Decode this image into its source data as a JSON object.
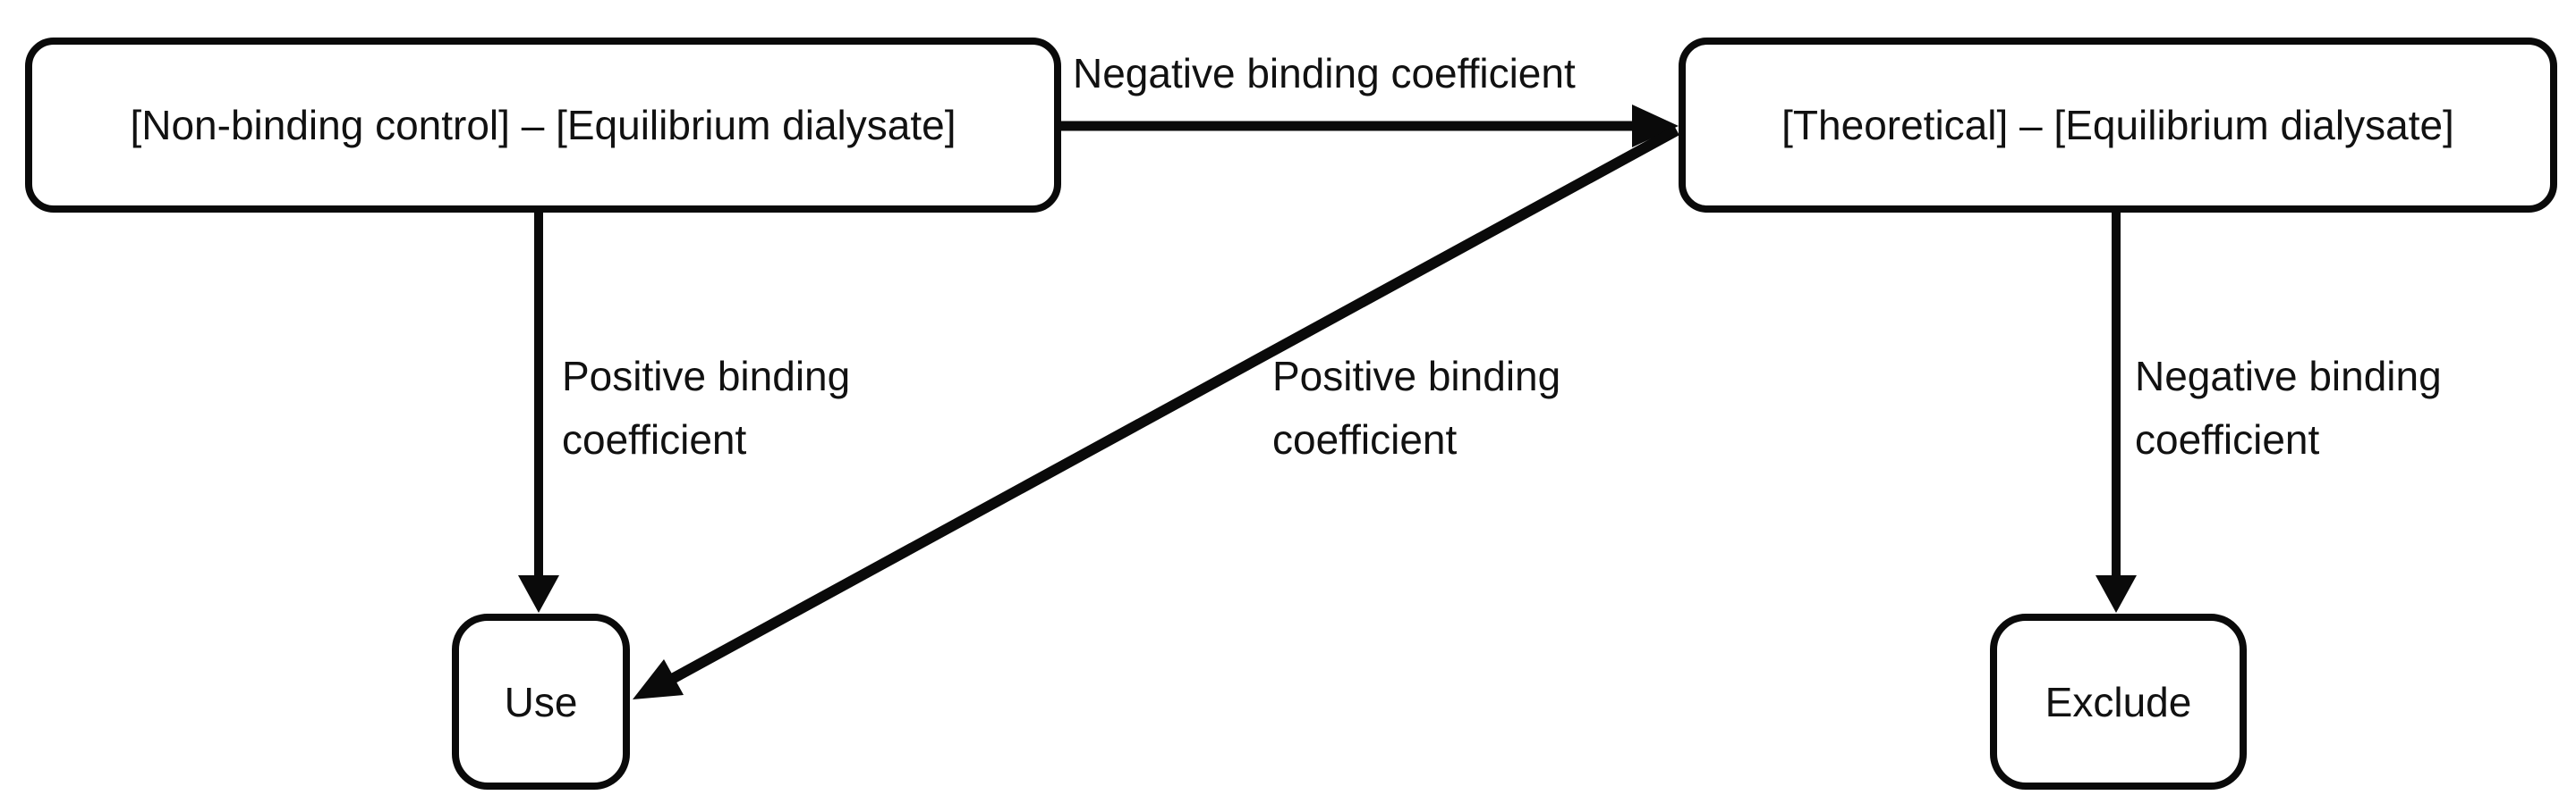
{
  "colors": {
    "background": "#ffffff",
    "line": "#0a0a0a",
    "text": "#111111"
  },
  "diagram": {
    "type": "flowchart",
    "nodes": {
      "nonbinding": {
        "label": "[Non-binding control] – [Equilibrium dialysate]"
      },
      "theoretical": {
        "label": "[Theoretical] – [Equilibrium dialysate]"
      },
      "use": {
        "label": "Use"
      },
      "exclude": {
        "label": "Exclude"
      }
    },
    "edges": {
      "nonbinding_to_theoretical": {
        "from": "nonbinding",
        "to": "theoretical",
        "label": "Negative binding coefficient"
      },
      "nonbinding_to_use": {
        "from": "nonbinding",
        "to": "use",
        "label": "Positive binding\ncoefficient"
      },
      "theoretical_to_use": {
        "from": "theoretical",
        "to": "use",
        "label": "Positive binding\ncoefficient"
      },
      "theoretical_to_exclude": {
        "from": "theoretical",
        "to": "exclude",
        "label": "Negative binding\ncoefficient"
      }
    }
  }
}
